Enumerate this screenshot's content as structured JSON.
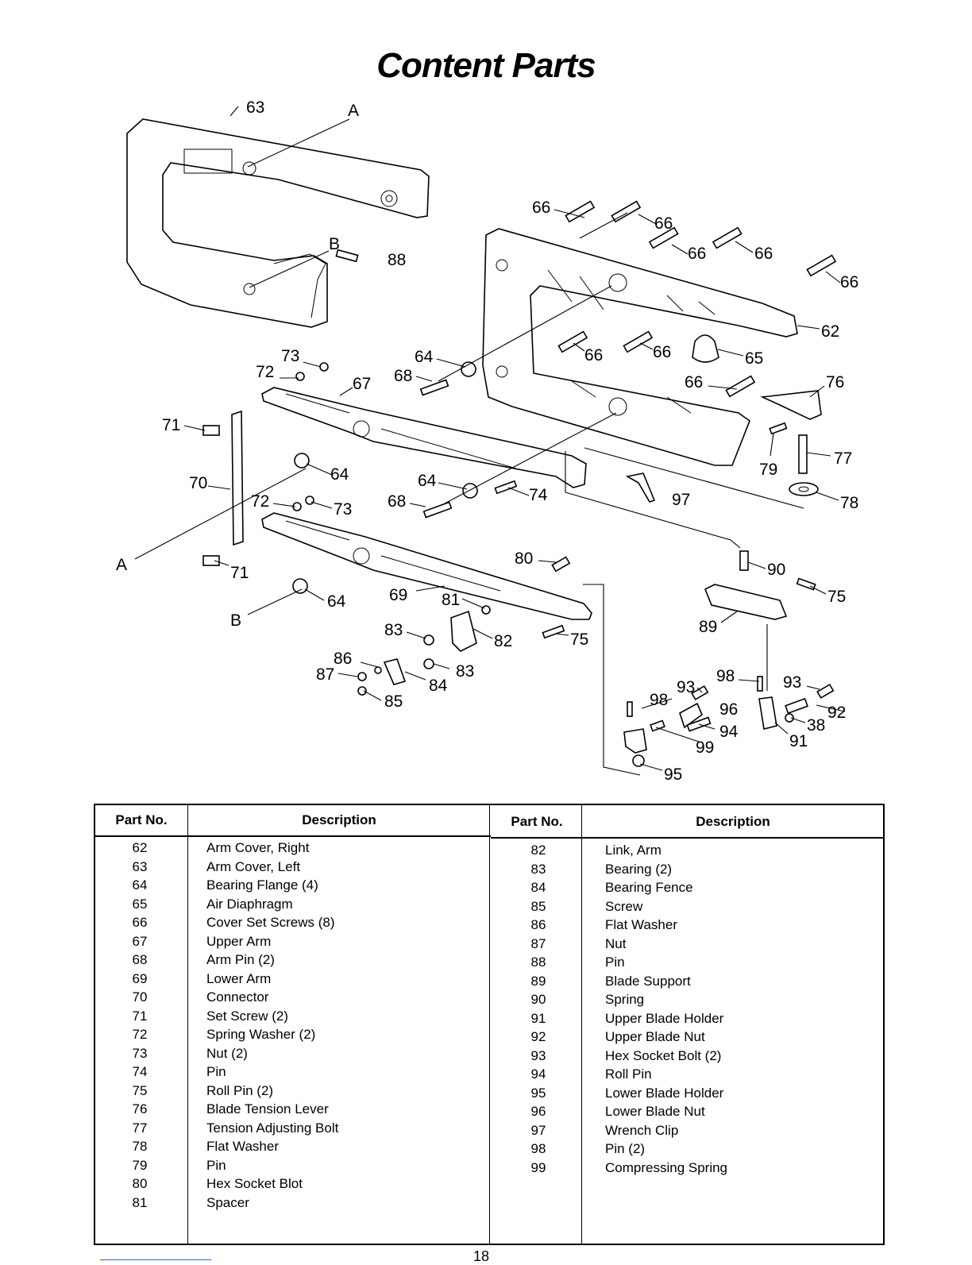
{
  "page": {
    "title": "Content Parts",
    "page_number": "18"
  },
  "diagram": {
    "callouts": [
      "63",
      "A",
      "B",
      "88",
      "66",
      "66",
      "66",
      "66",
      "66",
      "62",
      "66",
      "66",
      "65",
      "66",
      "76",
      "77",
      "79",
      "78",
      "73",
      "72",
      "67",
      "64",
      "68",
      "71",
      "70",
      "64",
      "64",
      "74",
      "97",
      "72",
      "73",
      "68",
      "A",
      "71",
      "80",
      "90",
      "75",
      "89",
      "69",
      "81",
      "64",
      "B",
      "83",
      "82",
      "75",
      "86",
      "87",
      "84",
      "83",
      "85",
      "98",
      "93",
      "98",
      "93",
      "96",
      "92",
      "38",
      "94",
      "91",
      "99",
      "95"
    ]
  },
  "table": {
    "headers": {
      "part_no": "Part No.",
      "description": "Description"
    },
    "left": [
      {
        "no": "62",
        "desc": "Arm Cover, Right"
      },
      {
        "no": "63",
        "desc": "Arm Cover, Left"
      },
      {
        "no": "64",
        "desc": "Bearing Flange (4)"
      },
      {
        "no": "65",
        "desc": "Air Diaphragm"
      },
      {
        "no": "66",
        "desc": "Cover Set Screws (8)"
      },
      {
        "no": "67",
        "desc": "Upper Arm"
      },
      {
        "no": "68",
        "desc": "Arm Pin (2)"
      },
      {
        "no": "69",
        "desc": "Lower Arm"
      },
      {
        "no": "70",
        "desc": "Connector"
      },
      {
        "no": "71",
        "desc": "Set Screw (2)"
      },
      {
        "no": "72",
        "desc": "Spring Washer (2)"
      },
      {
        "no": "73",
        "desc": "Nut (2)"
      },
      {
        "no": "74",
        "desc": "Pin"
      },
      {
        "no": "75",
        "desc": "Roll Pin (2)"
      },
      {
        "no": "76",
        "desc": "Blade Tension Lever"
      },
      {
        "no": "77",
        "desc": "Tension Adjusting Bolt"
      },
      {
        "no": "78",
        "desc": "Flat Washer"
      },
      {
        "no": "79",
        "desc": "Pin"
      },
      {
        "no": "80",
        "desc": "Hex Socket Blot"
      },
      {
        "no": "81",
        "desc": "Spacer"
      }
    ],
    "right": [
      {
        "no": "82",
        "desc": "Link, Arm"
      },
      {
        "no": "83",
        "desc": "Bearing (2)"
      },
      {
        "no": "84",
        "desc": "Bearing Fence"
      },
      {
        "no": "85",
        "desc": "Screw"
      },
      {
        "no": "86",
        "desc": "Flat Washer"
      },
      {
        "no": "87",
        "desc": "Nut"
      },
      {
        "no": "88",
        "desc": "Pin"
      },
      {
        "no": "89",
        "desc": "Blade Support"
      },
      {
        "no": "90",
        "desc": "Spring"
      },
      {
        "no": "91",
        "desc": "Upper Blade Holder"
      },
      {
        "no": "92",
        "desc": "Upper Blade Nut"
      },
      {
        "no": "93",
        "desc": "Hex Socket Bolt (2)"
      },
      {
        "no": "94",
        "desc": "Roll Pin"
      },
      {
        "no": "95",
        "desc": "Lower Blade Holder"
      },
      {
        "no": "96",
        "desc": "Lower Blade Nut"
      },
      {
        "no": "97",
        "desc": "Wrench Clip"
      },
      {
        "no": "98",
        "desc": "Pin (2)"
      },
      {
        "no": "99",
        "desc": "Compressing Spring"
      }
    ]
  }
}
